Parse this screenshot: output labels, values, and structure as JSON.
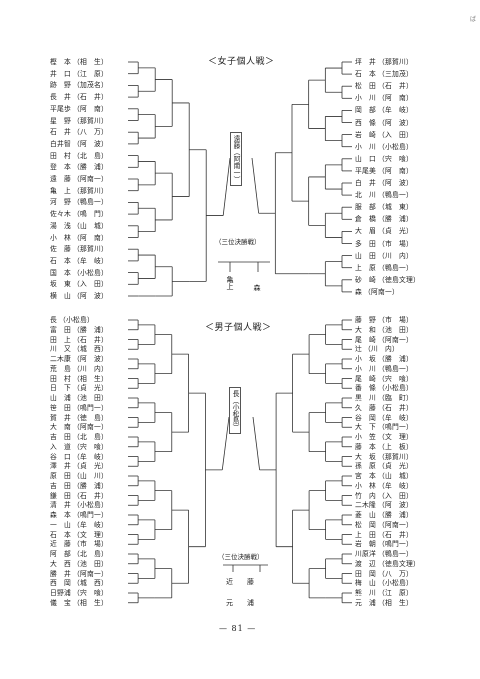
{
  "page": {
    "number": "— 81 —",
    "corner_mark": "ば"
  },
  "girls": {
    "title": "＜女子個人戦＞",
    "center": "遠藤（阿南一）",
    "third_title": "（三位決勝戦）",
    "third": [
      "亀上",
      "森"
    ],
    "left": [
      {
        "name": "樫　本",
        "affil": "（相　生）"
      },
      {
        "name": "井　口",
        "affil": "（江　原）"
      },
      {
        "name": "跡　野",
        "affil": "（加茂名）"
      },
      {
        "name": "長　井",
        "affil": "（石　井）"
      },
      {
        "name": "平尾歩",
        "affil": "（阿　南）"
      },
      {
        "name": "星　野",
        "affil": "（那賀川）"
      },
      {
        "name": "石　井",
        "affil": "（八　万）"
      },
      {
        "name": "白井智",
        "affil": "（阿　波）"
      },
      {
        "name": "田　村",
        "affil": "（北　島）"
      },
      {
        "name": "登　本",
        "affil": "（勝　浦）"
      },
      {
        "name": "遠　藤",
        "affil": "（阿南一）"
      },
      {
        "name": "亀　上",
        "affil": "（那賀川）"
      },
      {
        "name": "河　野",
        "affil": "（鴨島一）"
      },
      {
        "name": "佐々木",
        "affil": "（鳴　門）"
      },
      {
        "name": "湯　浅",
        "affil": "（山　城）"
      },
      {
        "name": "小　林",
        "affil": "（阿　南）"
      },
      {
        "name": "佐　藤",
        "affil": "（那賀川）"
      },
      {
        "name": "石　本",
        "affil": "（牟　岐）"
      },
      {
        "name": "国　本",
        "affil": "（小松島）"
      },
      {
        "name": "坂　東",
        "affil": "（入　田）"
      },
      {
        "name": "横　山",
        "affil": "（阿　波）"
      }
    ],
    "right": [
      {
        "name": "坪　井",
        "affil": "（那賀川）"
      },
      {
        "name": "石　本",
        "affil": "（三加茂）"
      },
      {
        "name": "松　田",
        "affil": "（石　井）"
      },
      {
        "name": "小　川",
        "affil": "（阿　南）"
      },
      {
        "name": "岡　部",
        "affil": "（牟　岐）"
      },
      {
        "name": "西　條",
        "affil": "（阿　波）"
      },
      {
        "name": "岩　崎",
        "affil": "（入　田）"
      },
      {
        "name": "小　川",
        "affil": "（小松島）"
      },
      {
        "name": "山　口",
        "affil": "（宍　喰）"
      },
      {
        "name": "平尾美",
        "affil": "（阿　南）"
      },
      {
        "name": "白　井",
        "affil": "（阿　波）"
      },
      {
        "name": "北　川",
        "affil": "（鴨島一）"
      },
      {
        "name": "服　部",
        "affil": "（城　東）"
      },
      {
        "name": "倉　橋",
        "affil": "（勝　浦）"
      },
      {
        "name": "大　眉",
        "affil": "（貞　光）"
      },
      {
        "name": "多　田",
        "affil": "（市　場）"
      },
      {
        "name": "山　田",
        "affil": "（川　内）"
      },
      {
        "name": "上　原",
        "affil": "（鴨島一）"
      },
      {
        "name": "砂　崎",
        "affil": "（徳島文理）"
      },
      {
        "name": "森",
        "affil": "（阿南一）"
      }
    ]
  },
  "boys": {
    "title": "＜男子個人戦＞",
    "center": "長（小松島）",
    "third_title": "（三位決勝戦）",
    "third": [
      "近藤",
      "元浦"
    ],
    "left": [
      {
        "name": "長",
        "affil": "（小松島）"
      },
      {
        "name": "富　田",
        "affil": "（勝　浦）"
      },
      {
        "name": "田　上",
        "affil": "（石　井）"
      },
      {
        "name": "川　又",
        "affil": "（城　西）"
      },
      {
        "name": "二木康",
        "affil": "（阿　波）"
      },
      {
        "name": "荒　島",
        "affil": "（川　内）"
      },
      {
        "name": "田　村",
        "affil": "（相　生）"
      },
      {
        "name": "日　下",
        "affil": "（貞　光）"
      },
      {
        "name": "山　浦",
        "affil": "（池　田）"
      },
      {
        "name": "笹　田",
        "affil": "（鳴門一）"
      },
      {
        "name": "賀　井",
        "affil": "（徳　島）"
      },
      {
        "name": "大　南",
        "affil": "（阿南一）"
      },
      {
        "name": "吉　田",
        "affil": "（北　島）"
      },
      {
        "name": "入　道",
        "affil": "（宍　喰）"
      },
      {
        "name": "谷　口",
        "affil": "（牟　岐）"
      },
      {
        "name": "澤　井",
        "affil": "（貞　光）"
      },
      {
        "name": "原　田",
        "affil": "（山　川）"
      },
      {
        "name": "吉　田",
        "affil": "（勝　浦）"
      },
      {
        "name": "鎌　田",
        "affil": "（石　井）"
      },
      {
        "name": "清　井",
        "affil": "（小松島）"
      },
      {
        "name": "森　本",
        "affil": "（鳴門一）"
      },
      {
        "name": "一　山",
        "affil": "（牟　岐）"
      },
      {
        "name": "石　本",
        "affil": "（文　理）"
      },
      {
        "name": "近　藤",
        "affil": "（市　場）"
      },
      {
        "name": "阿　部",
        "affil": "（北　島）"
      },
      {
        "name": "大　西",
        "affil": "（池　田）"
      },
      {
        "name": "勝　井",
        "affil": "（阿南一）"
      },
      {
        "name": "西　岡",
        "affil": "（城　西）"
      },
      {
        "name": "日野浦",
        "affil": "（宍　喰）"
      },
      {
        "name": "儀　宝",
        "affil": "（相　生）"
      }
    ],
    "right": [
      {
        "name": "藤　野",
        "affil": "（市　場）"
      },
      {
        "name": "大　和",
        "affil": "（池　田）"
      },
      {
        "name": "尾　崎",
        "affil": "（阿南一）"
      },
      {
        "name": "辻",
        "affil": "（川　内）"
      },
      {
        "name": "小　坂",
        "affil": "（勝　浦）"
      },
      {
        "name": "小　川",
        "affil": "（鴨島一）"
      },
      {
        "name": "尾　崎",
        "affil": "（宍　喰）"
      },
      {
        "name": "番　條",
        "affil": "（小松島）"
      },
      {
        "name": "黒　川",
        "affil": "（臨　町）"
      },
      {
        "name": "久　藤",
        "affil": "（石　井）"
      },
      {
        "name": "谷　岡",
        "affil": "（牟　岐）"
      },
      {
        "name": "大　下",
        "affil": "（鳴門一）"
      },
      {
        "name": "小　笠",
        "affil": "（文　理）"
      },
      {
        "name": "藤　本",
        "affil": "（上　板）"
      },
      {
        "name": "大　坂",
        "affil": "（那賀川）"
      },
      {
        "name": "孫　原",
        "affil": "（貞　光）"
      },
      {
        "name": "宮　本",
        "affil": "（山　城）"
      },
      {
        "name": "小　林",
        "affil": "（牟　岐）"
      },
      {
        "name": "竹　内",
        "affil": "（入　田）"
      },
      {
        "name": "二木隆",
        "affil": "（阿　波）"
      },
      {
        "name": "菱　山",
        "affil": "（勝　浦）"
      },
      {
        "name": "松　岡",
        "affil": "（阿南一）"
      },
      {
        "name": "上　田",
        "affil": "（石　井）"
      },
      {
        "name": "岩　朝",
        "affil": "（鳴門一）"
      },
      {
        "name": "川原洋",
        "affil": "（鴨島一）"
      },
      {
        "name": "渡　辺",
        "affil": "（徳島文理）"
      },
      {
        "name": "田　岡",
        "affil": "（八　万）"
      },
      {
        "name": "梅　山",
        "affil": "（小松島）"
      },
      {
        "name": "熊　川",
        "affil": "（江　原）"
      },
      {
        "name": "元　浦",
        "affil": "（相　生）"
      }
    ]
  }
}
